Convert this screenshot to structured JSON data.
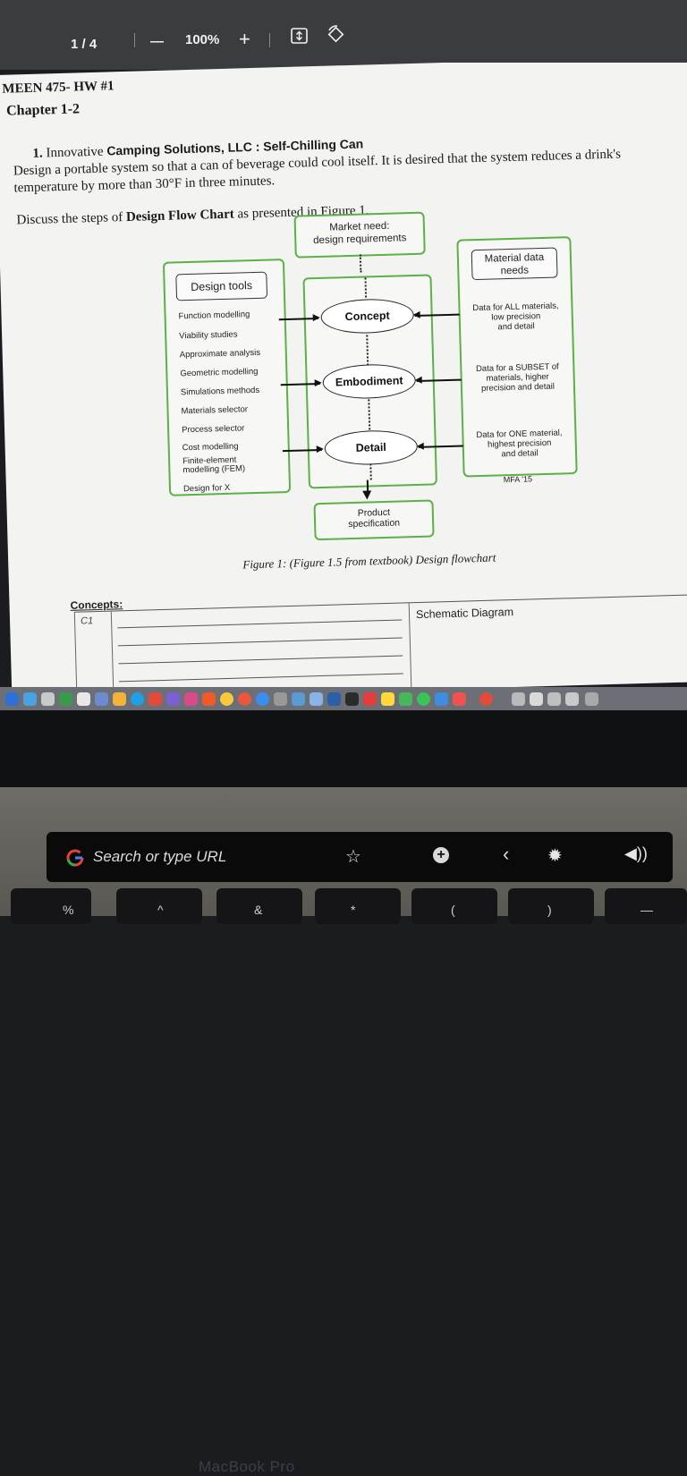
{
  "viewer": {
    "page_indicator": "1 / 4",
    "zoom_out": "—",
    "zoom": "100%",
    "zoom_in": "+"
  },
  "doc": {
    "course": "MEEN 475- HW #1",
    "chapter": "Chapter 1-2",
    "problem_number": "1.",
    "company_prefix": "Innovative ",
    "company": "Camping Solutions, LLC : Self-Chilling Can",
    "line1": "Design a portable system so that a can of beverage could cool itself. It is desired that the system reduces a drink's",
    "line2": "temperature by more than 30°F in three minutes.",
    "discuss_prefix": "Discuss the steps of ",
    "discuss_bold": "Design Flow Chart",
    "discuss_suffix": " as presented in Figure 1.",
    "figure_caption": "Figure 1: (Figure 1.5 from textbook) Design flowchart",
    "concepts_label": "Concepts:",
    "c1_label": "C1",
    "schematic_label": "Schematic Diagram"
  },
  "flowchart": {
    "market_need": "Market need:\ndesign requirements",
    "design_tools_title": "Design tools",
    "tools": [
      "Function modelling",
      "Viability studies",
      "Approximate analysis",
      "Geometric modelling",
      "Simulations methods",
      "Materials selector",
      "Process selector",
      "Cost modelling",
      "Finite-element\nmodelling (FEM)",
      "Design for X"
    ],
    "stages": [
      "Concept",
      "Embodiment",
      "Detail"
    ],
    "material_data_title": "Material data\nneeds",
    "material_notes": [
      "Data for ALL materials,\nlow precision\nand detail",
      "Data for a SUBSET of\nmaterials, higher\nprecision and detail",
      "Data for ONE material,\nhighest precision\nand detail"
    ],
    "credit": "MFA '15",
    "product_spec": "Product\nspecification"
  },
  "device": {
    "brand_label": "MacBook Pro",
    "touchbar_search": "Search or type URL",
    "keys": [
      "%",
      "^",
      "&",
      "*",
      "(",
      ")",
      "—"
    ]
  },
  "colors": {
    "toolbar_bg": "#3b3c40",
    "flow_green": "#5bb145",
    "paper": "#f3f3f1"
  }
}
